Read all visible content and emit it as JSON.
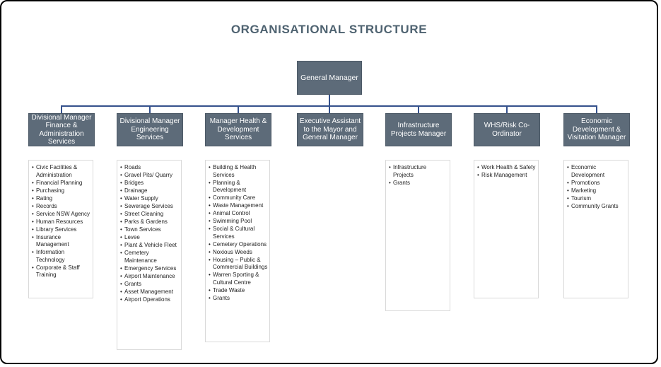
{
  "title": "ORGANISATIONAL STRUCTURE",
  "colors": {
    "box_fill": "#5d6b79",
    "connector": "#35518c",
    "title_text": "#4f6371",
    "list_border": "#d9d9d9",
    "canvas_border": "#000000"
  },
  "top_box": {
    "title": "General Manager"
  },
  "departments": [
    {
      "title": "Divisional Manager Finance & Administration Services",
      "items": [
        "Civic Facilities & Administration",
        "Financial Planning",
        "Purchasing",
        "Rating",
        "Records",
        "Service NSW Agency",
        "Human Resources",
        "Library Services",
        "Insurance Management",
        "Information Technology",
        "Corporate & Staff Training"
      ]
    },
    {
      "title": "Divisional Manager Engineering Services",
      "items": [
        "Roads",
        "Gravel Pits/ Quarry",
        "Bridges",
        "Drainage",
        "Water Supply",
        "Sewerage Services",
        "Street Cleaning",
        "Parks & Gardens",
        "Town Services",
        "Levee",
        "Plant & Vehicle Fleet",
        "Cemetery Maintenance",
        "Emergency Services",
        "Airport Maintenance",
        "Grants",
        "Asset Management",
        "Airport Operations"
      ]
    },
    {
      "title": "Manager Health & Development Services",
      "items": [
        "Building & Health Services",
        "Planning & Development",
        "Community Care",
        "Waste Management",
        "Animal Control",
        "Swimming Pool",
        "Social & Cultural Services",
        "Cemetery Operations",
        "Noxious Weeds",
        "Housing – Public & Commercial Buildings",
        "Warren Sporting & Cultural Centre",
        "Trade Waste",
        "Grants"
      ]
    },
    {
      "title": "Executive Assistant to the Mayor and General Manager",
      "items": []
    },
    {
      "title": "Infrastructure Projects Manager",
      "items": [
        "Infrastructure Projects",
        "Grants"
      ]
    },
    {
      "title": "WHS/Risk Co-Ordinator",
      "items": [
        "Work Health & Safety",
        "Risk Management"
      ]
    },
    {
      "title": "Economic Development & Visitation Manager",
      "items": [
        "Economic Development",
        "Promotions",
        "Marketing",
        "Tourism",
        "Community Grants"
      ]
    }
  ]
}
